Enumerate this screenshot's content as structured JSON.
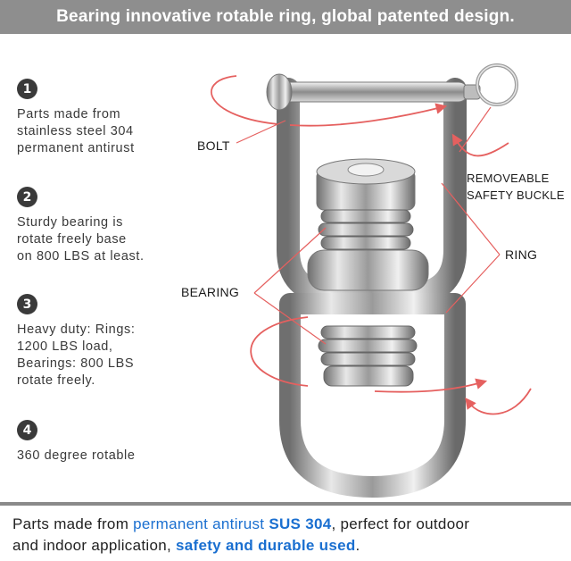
{
  "banner": {
    "title": "Bearing innovative rotable ring, global patented design."
  },
  "features": [
    {
      "number": "1",
      "lines": [
        "Parts made from",
        "stainless steel 304",
        "permanent antirust"
      ]
    },
    {
      "number": "2",
      "lines": [
        "Sturdy bearing is",
        "rotate freely base",
        "on 800 LBS at least."
      ]
    },
    {
      "number": "3",
      "lines": [
        "Heavy duty: Rings:",
        "1200 LBS load,",
        "Bearings: 800 LBS",
        "rotate freely."
      ]
    },
    {
      "number": "4",
      "lines": [
        "360 degree rotable"
      ]
    }
  ],
  "labels": {
    "bolt": "BOLT",
    "removeable_line1": "REMOVEABLE",
    "removeable_line2": "SAFETY BUCKLE",
    "ring": "RING",
    "bearing": "BEARING"
  },
  "footer": {
    "part1": "Parts made from ",
    "part2": "permanent antirust ",
    "part3": "SUS 304",
    "part4": ", perfect for outdoor",
    "part5": "and indoor application, ",
    "part6": "safety and durable used",
    "part7": "."
  },
  "colors": {
    "banner": "#8e8e8e",
    "accent_red": "#e5605f",
    "blue": "#1a6fd0",
    "badge": "#3a3a3a"
  }
}
